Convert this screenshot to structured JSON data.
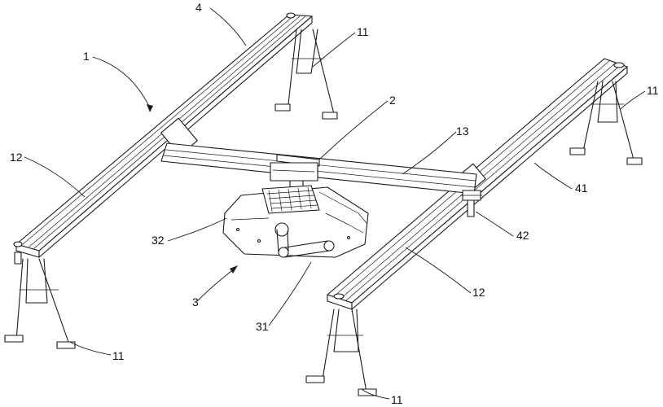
{
  "reference_numerals": {
    "gantry": "1",
    "crossbeam_carriage": "2",
    "walking_unit": "3",
    "cleaning_brush": "31",
    "wheel_frame": "32",
    "rail_left": "4",
    "rail_right": "41",
    "slider": "42",
    "support": "11",
    "guide_rail": "12",
    "crossbeam": "13"
  },
  "colors": {
    "line": "#1a1a1a",
    "background": "#ffffff"
  }
}
